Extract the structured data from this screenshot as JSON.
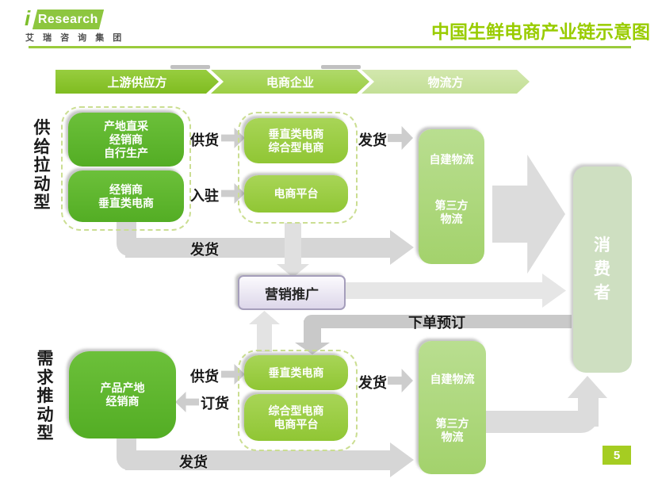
{
  "header": {
    "logo_i": "i",
    "logo_name": "Research",
    "logo_company": "艾 瑞 咨 询 集 团",
    "title": "中国生鲜电商产业链示意图"
  },
  "ribbon": {
    "segments": [
      "上游供应方",
      "电商企业",
      "物流方"
    ]
  },
  "supply": {
    "side_label": "供\n给\n拉\n动\n型",
    "source_box": "产地直采\n经销商\n自行生产",
    "reseller_box": "经销商\n垂直类电商",
    "supply_arrow_label": "供货",
    "enter_arrow_label": "入驻",
    "ec_box": "垂直类电商\n综合型电商",
    "platform_box": "电商平台",
    "ship_arrow_label": "发货",
    "elbow_ship_label": "发货",
    "logistics_line1": "自建物流",
    "logistics_line2": "第三方\n物流"
  },
  "middle": {
    "marketing_box": "营销推广",
    "order_arrow_label": "下单预订"
  },
  "demand": {
    "side_label": "需\n求\n推\n动\n型",
    "producer_box": "产品产地\n经销商",
    "supply_arrow_label": "供货",
    "order_arrow_label": "订货",
    "ec_box": "垂直类电商",
    "platform_box": "综合型电商\n电商平台",
    "ship_arrow_label": "发货",
    "elbow_ship_label": "发货",
    "logistics_line1": "自建物流",
    "logistics_line2": "第三方\n物流"
  },
  "consumer_box": "消\n费\n者",
  "page_number": "5",
  "colors": {
    "accent_green": "#99CC00",
    "bright_box_green": "#5BB32B",
    "light_box_green": "#9ACC3D",
    "logistics_green": "#ABD77D",
    "consumer_green": "#CEDFC1",
    "marketing_lavender": "#E3DEED",
    "ribbon_green_1": "#8CC63F",
    "ribbon_green_2": "#A6D45A",
    "ribbon_green_3": "#CBE3A4",
    "arrow_gray": "#D6D6D6"
  }
}
